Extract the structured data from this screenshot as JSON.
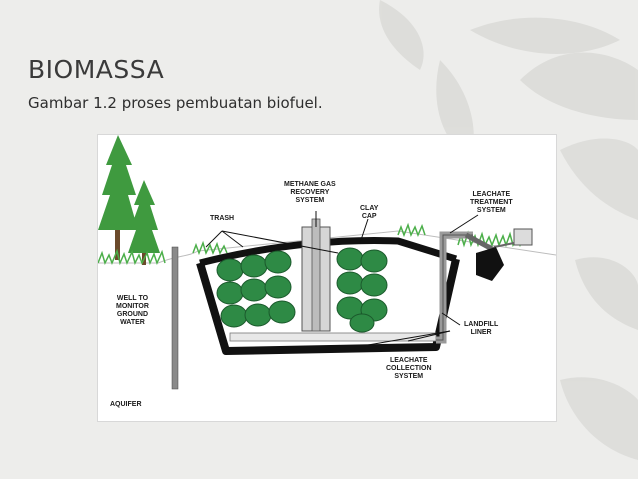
{
  "slide": {
    "title": "BIOMASSA",
    "subtitle": "Gambar 1.2 proses pembuatan biofuel."
  },
  "diagram": {
    "labels": {
      "methane": [
        "METHANE GAS",
        "RECOVERY",
        "SYSTEM"
      ],
      "clay": [
        "CLAY",
        "CAP"
      ],
      "trash": [
        "TRASH"
      ],
      "leachate_treatment": [
        "LEACHATE",
        "TREATMENT",
        "SYSTEM"
      ],
      "well": [
        "WELL TO",
        "MONITOR",
        "GROUND",
        "WATER"
      ],
      "landfill_liner": [
        "LANDFILL",
        "LINER"
      ],
      "leachate_collection": [
        "LEACHATE",
        "COLLECTION",
        "SYSTEM"
      ],
      "aquifer": [
        "AQUIFER"
      ]
    },
    "colors": {
      "trash": "#2e8a45",
      "trash_stroke": "#1b5a2c",
      "grass": "#4caf4a",
      "tree": "#3f9a3f",
      "outline": "#111111",
      "pipe": "#b9b9b9"
    }
  }
}
